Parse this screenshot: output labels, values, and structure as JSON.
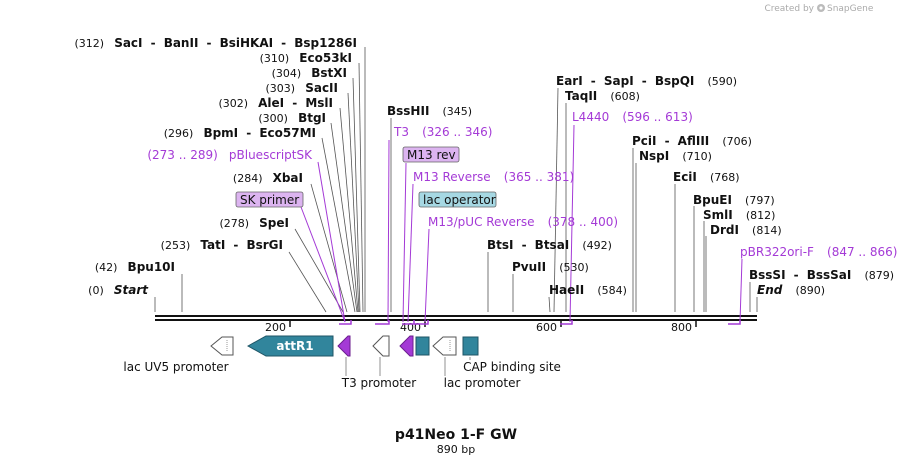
{
  "credit": {
    "prefix": "Created by",
    "brand": "SnapGene"
  },
  "title": "p41Neo 1-F GW",
  "subtitle": "890 bp",
  "ruler_ticks": [
    "200",
    "400",
    "600",
    "800"
  ],
  "start_label": {
    "pos": "(0)",
    "name": "Start"
  },
  "end_label": {
    "name": "End",
    "pos": "(890)"
  },
  "enzymes": [
    {
      "pos": "(312)",
      "names": [
        "SacI",
        "BanII",
        "BsiHKAI",
        "Bsp1286I"
      ]
    },
    {
      "pos": "(310)",
      "names": [
        "Eco53kI"
      ]
    },
    {
      "pos": "(304)",
      "names": [
        "BstXI"
      ]
    },
    {
      "pos": "(303)",
      "names": [
        "SacII"
      ]
    },
    {
      "pos": "(302)",
      "names": [
        "AleI",
        "MslI"
      ]
    },
    {
      "pos": "(300)",
      "names": [
        "BtgI"
      ]
    },
    {
      "pos": "(296)",
      "names": [
        "BpmI",
        "Eco57MI"
      ]
    },
    {
      "pos": "(284)",
      "names": [
        "XbaI"
      ]
    },
    {
      "pos": "(278)",
      "names": [
        "SpeI"
      ]
    },
    {
      "pos": "(253)",
      "names": [
        "TatI",
        "BsrGI"
      ]
    },
    {
      "pos": "(42)",
      "names": [
        "Bpu10I"
      ]
    },
    {
      "pos": "(345)",
      "names": [
        "BssHII"
      ]
    },
    {
      "pos": "(590)",
      "names": [
        "EarI",
        "SapI",
        "BspQI"
      ]
    },
    {
      "pos": "(608)",
      "names": [
        "TaqII"
      ]
    },
    {
      "pos": "(706)",
      "names": [
        "PciI",
        "AflIII"
      ]
    },
    {
      "pos": "(710)",
      "names": [
        "NspI"
      ]
    },
    {
      "pos": "(768)",
      "names": [
        "EciI"
      ]
    },
    {
      "pos": "(797)",
      "names": [
        "BpuEI"
      ]
    },
    {
      "pos": "(812)",
      "names": [
        "SmlI"
      ]
    },
    {
      "pos": "(814)",
      "names": [
        "DrdI"
      ]
    },
    {
      "pos": "(879)",
      "names": [
        "BssSI",
        "BssSaI"
      ]
    },
    {
      "pos": "(492)",
      "names": [
        "BtsI",
        "BtsaI"
      ]
    },
    {
      "pos": "(530)",
      "names": [
        "PvuII"
      ]
    },
    {
      "pos": "(584)",
      "names": [
        "HaeII"
      ]
    }
  ],
  "primers": [
    {
      "range": "(273 .. 289)",
      "name": "pBluescriptSK"
    },
    {
      "name": "T3",
      "range": "(326 .. 346)"
    },
    {
      "name": "M13 rev"
    },
    {
      "name": "M13 Reverse",
      "range": "(365 .. 381)"
    },
    {
      "name": "L4440",
      "range": "(596 .. 613)"
    },
    {
      "name": "M13/pUC Reverse",
      "range": "(378 .. 400)"
    },
    {
      "name": "pBR322ori-F",
      "range": "(847 .. 866)"
    },
    {
      "name": "SK primer"
    }
  ],
  "features": [
    {
      "name": "attR1"
    },
    {
      "name": "lac operator"
    },
    {
      "name": "lac UV5 promoter"
    },
    {
      "name": "T3 promoter"
    },
    {
      "name": "lac promoter"
    },
    {
      "name": "CAP binding site"
    }
  ],
  "colors": {
    "primer": "#a43ad6",
    "primer_box": "#dcb4f0",
    "feature_teal": "#31859c",
    "operator_box": "#a6d8e3",
    "promoter": "#ffffff",
    "line": "#111111"
  }
}
